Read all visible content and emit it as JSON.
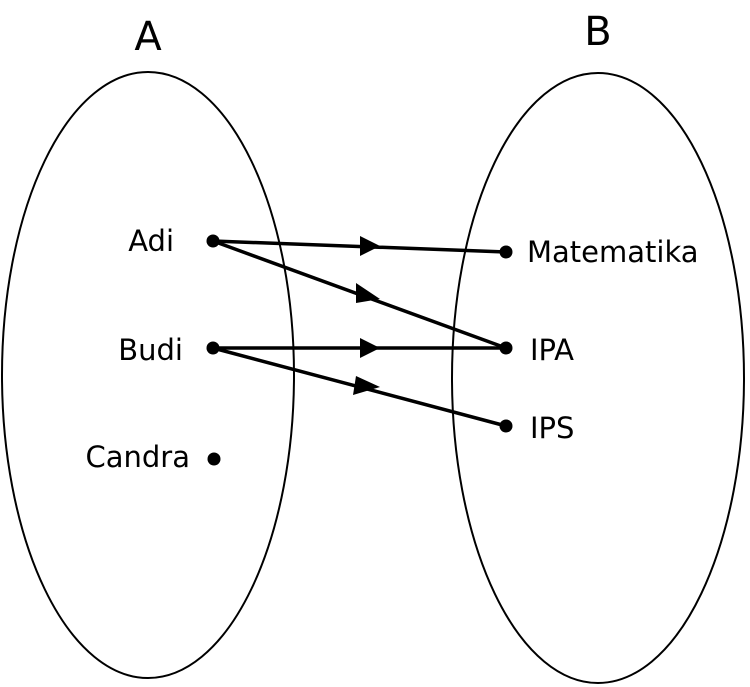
{
  "sets": {
    "domain": {
      "label": "A",
      "elements": [
        "Adi",
        "Budi",
        "Candra"
      ]
    },
    "codomain": {
      "label": "B",
      "elements": [
        "Matematika",
        "IPA",
        "IPS"
      ]
    }
  },
  "relations": [
    {
      "from": "Adi",
      "to": "Matematika"
    },
    {
      "from": "Adi",
      "to": "IPA"
    },
    {
      "from": "Budi",
      "to": "IPA"
    },
    {
      "from": "Budi",
      "to": "IPS"
    }
  ]
}
